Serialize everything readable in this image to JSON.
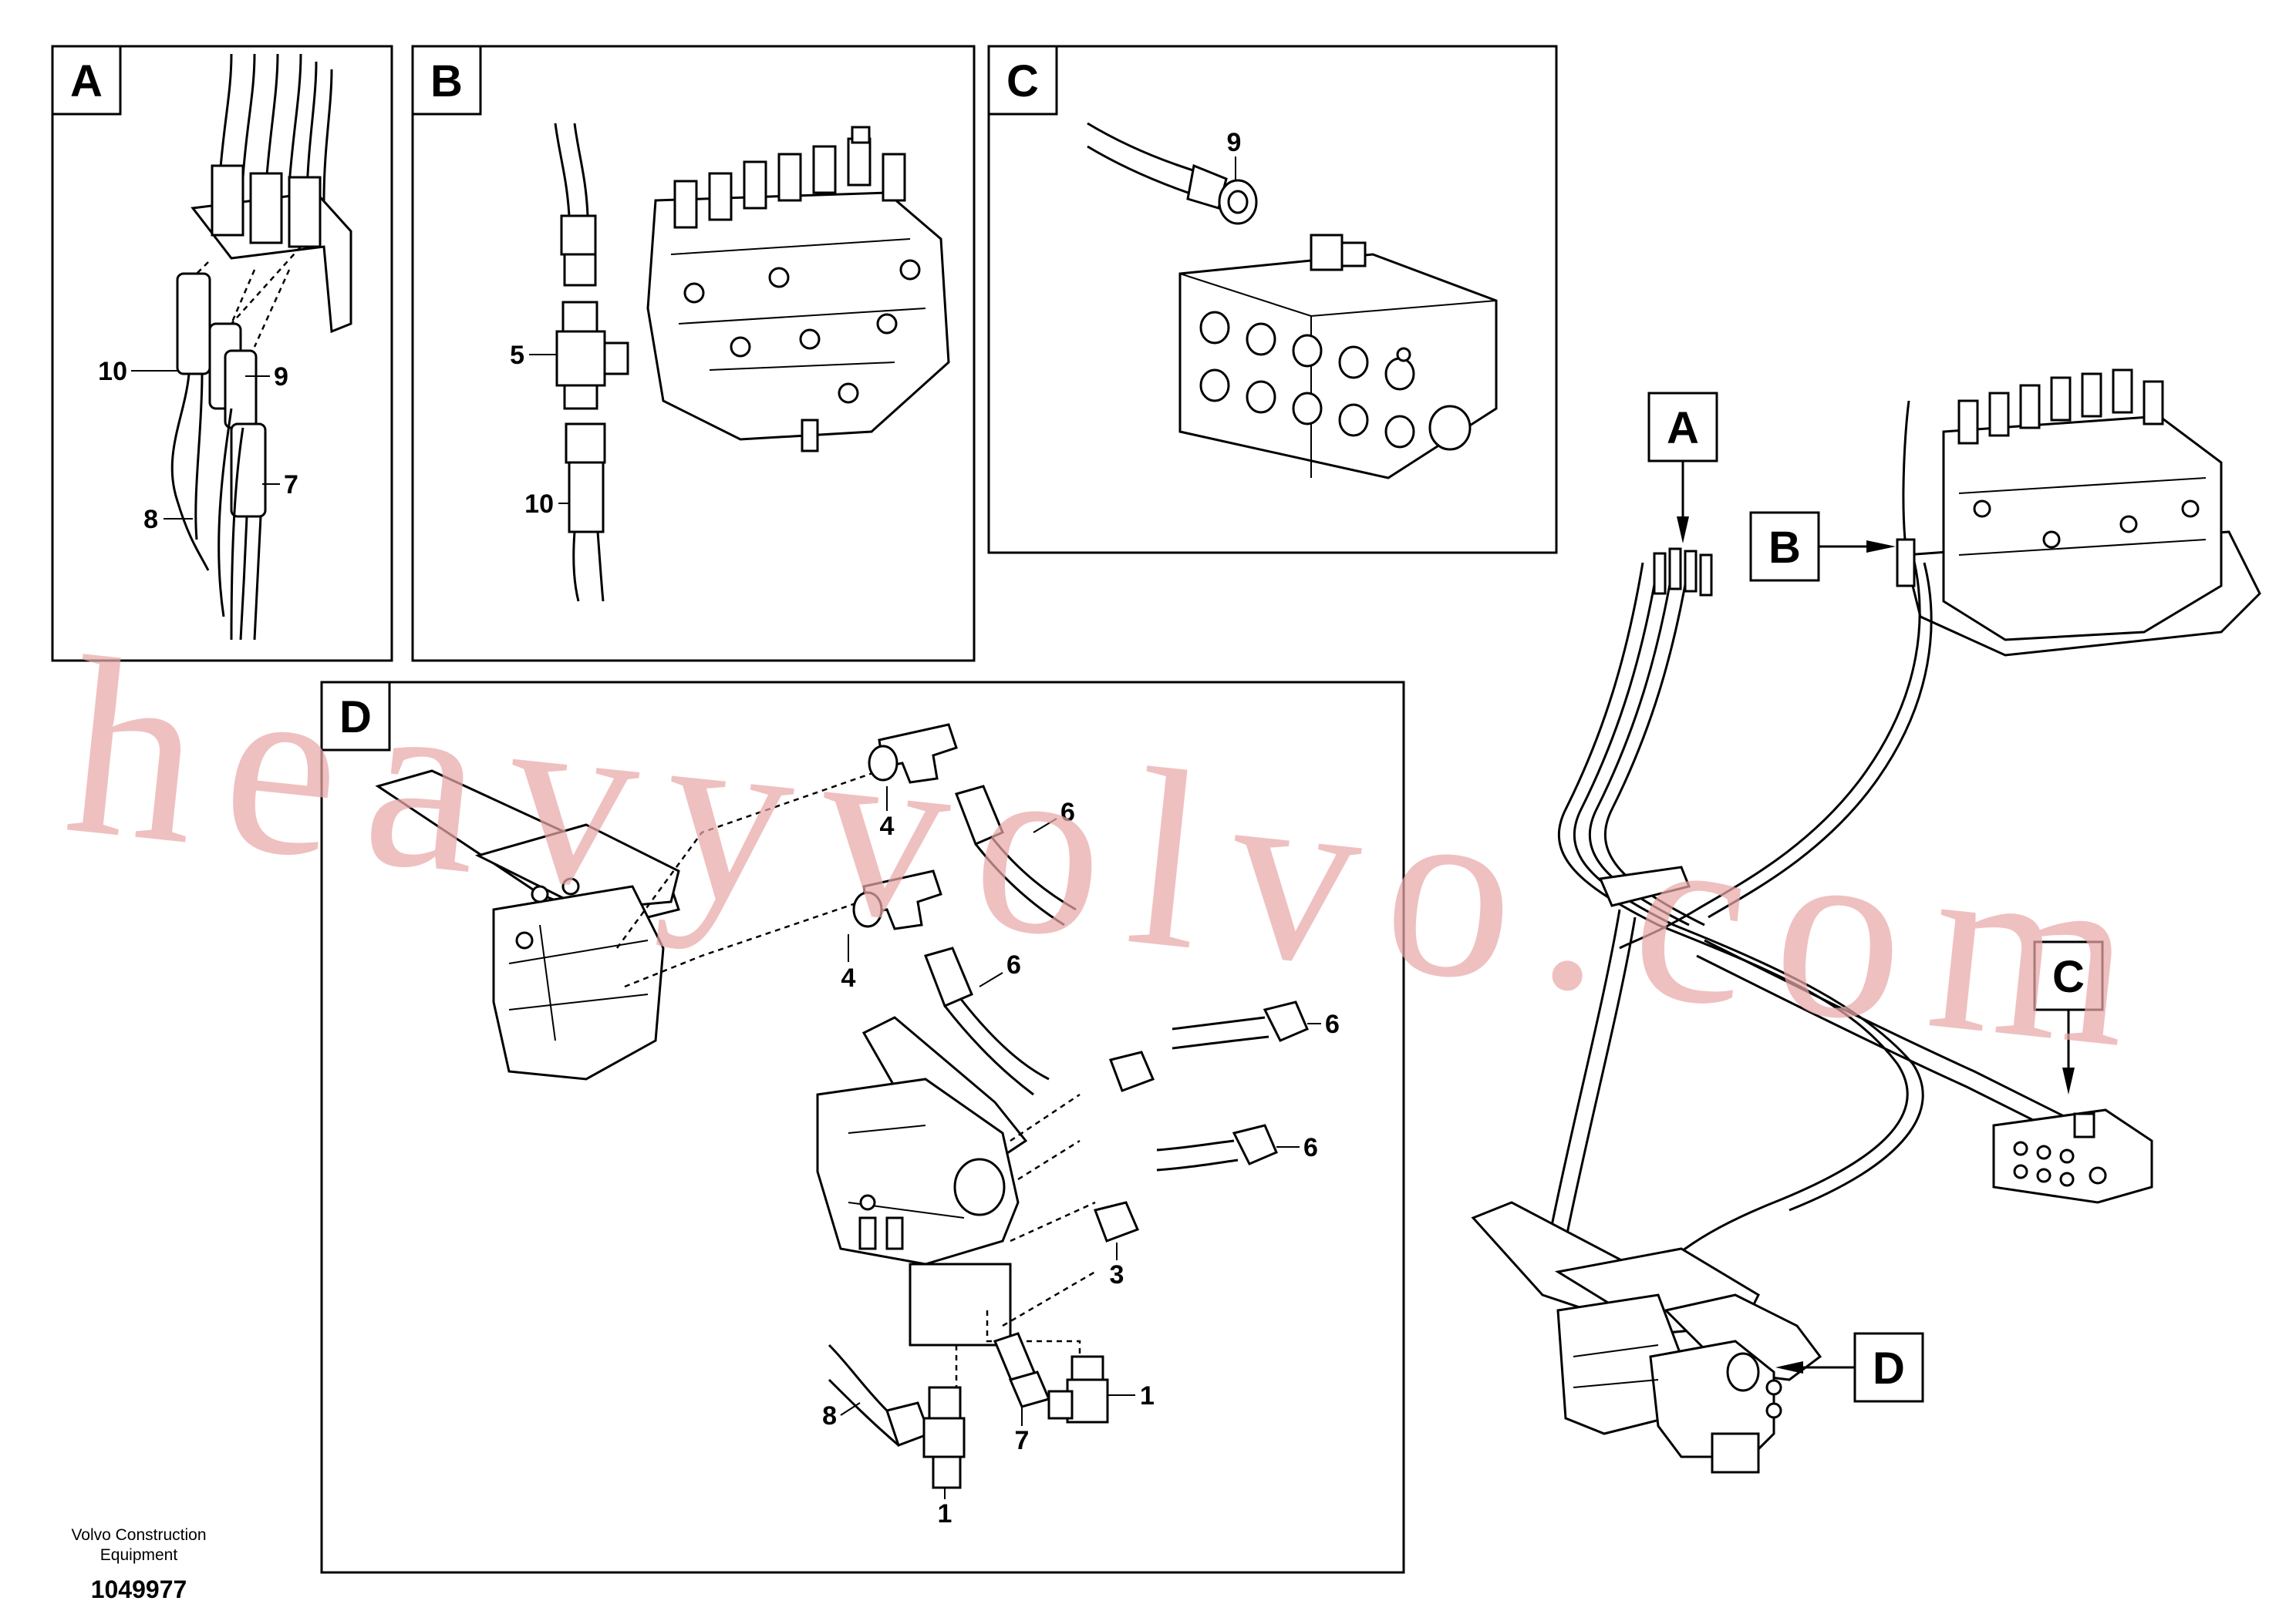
{
  "panels": {
    "A": {
      "label": "A",
      "items": [
        "10",
        "9",
        "8",
        "7"
      ]
    },
    "B": {
      "label": "B",
      "items": [
        "5",
        "10"
      ]
    },
    "C": {
      "label": "C",
      "items": [
        "9"
      ]
    },
    "D": {
      "label": "D",
      "items": [
        "4",
        "6",
        "4",
        "6",
        "6",
        "6",
        "3",
        "8",
        "7",
        "1",
        "1"
      ]
    }
  },
  "overview_callouts": [
    "A",
    "B",
    "C",
    "D"
  ],
  "watermark": "heavyvolvo.com",
  "footer": {
    "brand_line1": "Volvo Construction",
    "brand_line2": "Equipment",
    "drawing_number": "1049977"
  }
}
